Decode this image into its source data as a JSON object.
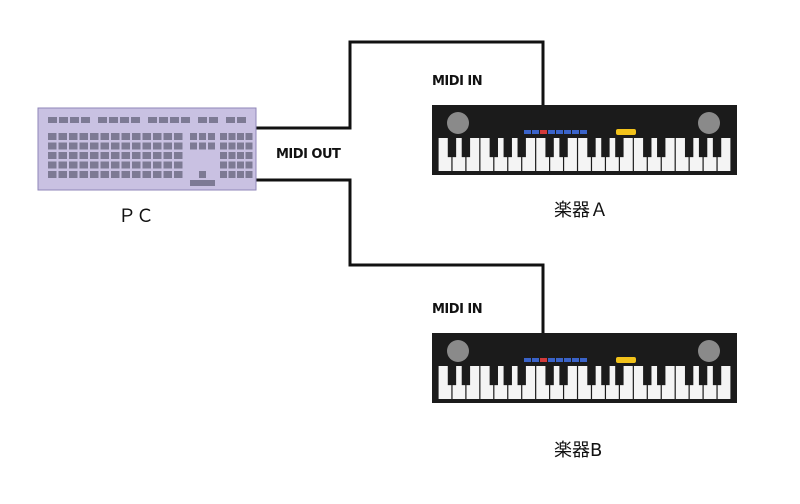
{
  "pc": {
    "label": "ＰＣ"
  },
  "connections": {
    "out_label": "MIDI OUT",
    "in_label_a": "MIDI IN",
    "in_label_b": "MIDI IN"
  },
  "instruments": [
    {
      "label": "楽器Ａ"
    },
    {
      "label": "楽器B"
    }
  ],
  "colors": {
    "pc_body": "#c9c1e2",
    "pc_edge": "#8f86b8",
    "pc_keys": "#7d7a94",
    "cable": "#111111",
    "instrument_body": "#1b1b1b",
    "speaker": "#8a8a8a",
    "white_key": "#f4f4f4",
    "black_key": "#1b1b1b",
    "panel_blue": "#3a63c9",
    "panel_red": "#d23a3a",
    "panel_yellow": "#f2c21a"
  }
}
